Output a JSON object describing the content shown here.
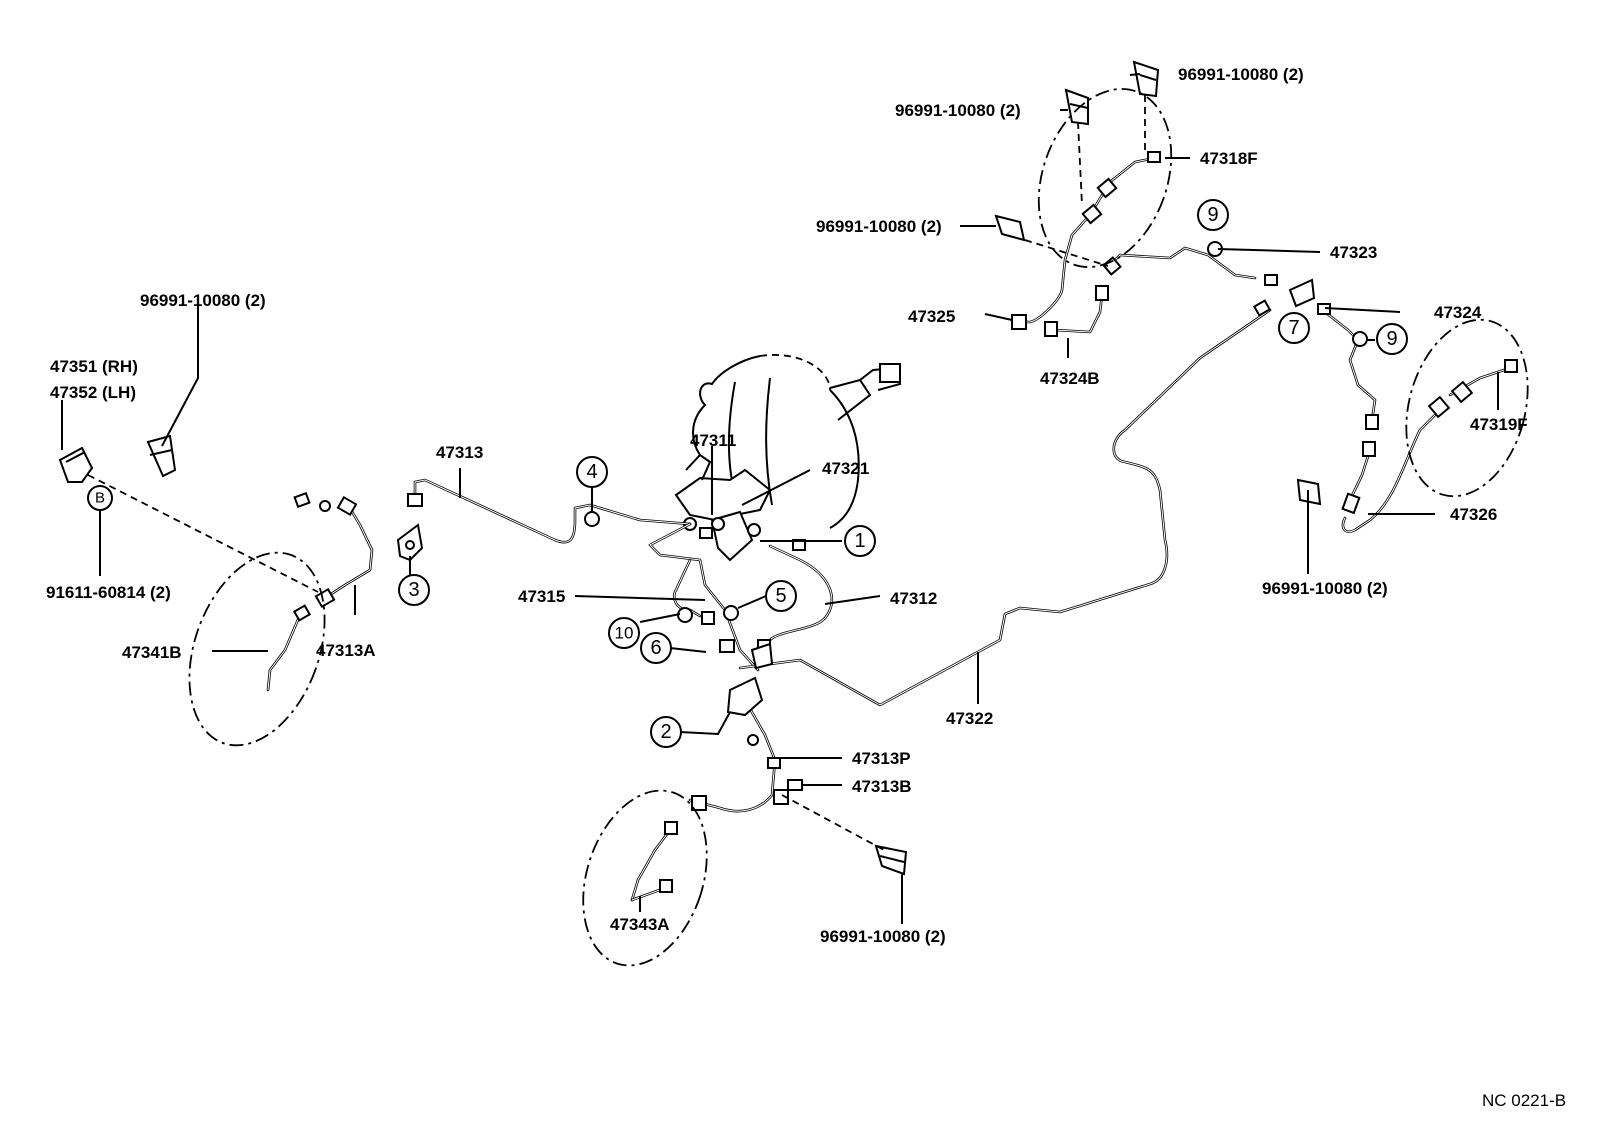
{
  "labels": {
    "clip_top_right": "96991-10080 (2)",
    "clip_top_mid": "96991-10080 (2)",
    "hose_rear_rh": "47318F",
    "clip_rear_mid": "96991-10080 (2)",
    "tube_rear_cross": "47323",
    "tube_rear_left": "47325",
    "tube_rear_b": "47324B",
    "tube_rear_right": "47324",
    "hose_rear_lh": "47319F",
    "tube_rear_lh": "47326",
    "clip_rear_lower": "96991-10080 (2)",
    "clip_left": "96991-10080 (2)",
    "sensor_rh": "47351 (RH)",
    "sensor_lh": "47352 (LH)",
    "bolt": "91611-60814 (2)",
    "tube_front_left_main": "47313",
    "tube_front_a": "47313A",
    "tube_front_lh": "47341B",
    "tube_master": "47311",
    "tube_master_b": "47321",
    "tube_front_mid": "47315",
    "tube_front_right": "47312",
    "tube_main_rear": "47322",
    "tube_p": "47313P",
    "tube_b": "47313B",
    "tube_front_rh": "47343A",
    "clip_front_lower": "96991-10080 (2)",
    "diagram_code": "NC 0221-B"
  },
  "callouts": {
    "c1": "1",
    "c2": "2",
    "c3": "3",
    "c4": "4",
    "c5": "5",
    "c6": "6",
    "c7": "7",
    "c9a": "9",
    "c9b": "9",
    "c10": "10",
    "cB": "B"
  }
}
